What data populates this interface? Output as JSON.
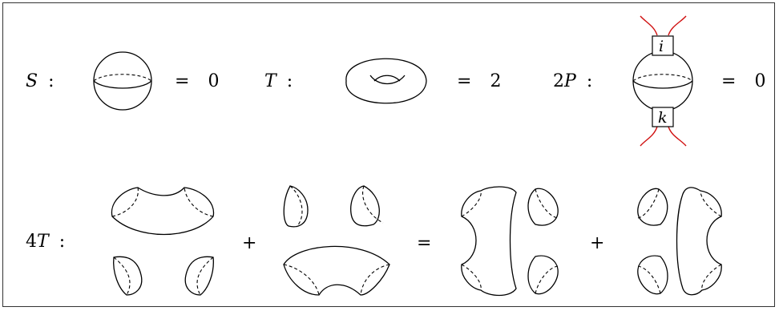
{
  "row1": {
    "sphere": {
      "label_letter": "S",
      "colon": ":",
      "equals": "=",
      "value": "0"
    },
    "torus": {
      "label_letter": "T",
      "colon": ":",
      "equals": "=",
      "value": "2"
    },
    "two_point": {
      "label_prefix": "2",
      "label_letter": "P",
      "colon": ":",
      "equals": "=",
      "value": "0",
      "top_box": "i",
      "bottom_box": "k"
    }
  },
  "row2": {
    "label_prefix": "4",
    "label_letter": "T",
    "colon": ":",
    "plus1": "+",
    "equals": "=",
    "plus2": "+"
  },
  "colors": {
    "ink": "#000000",
    "insertion": "#d01010",
    "frame": "#333333"
  }
}
